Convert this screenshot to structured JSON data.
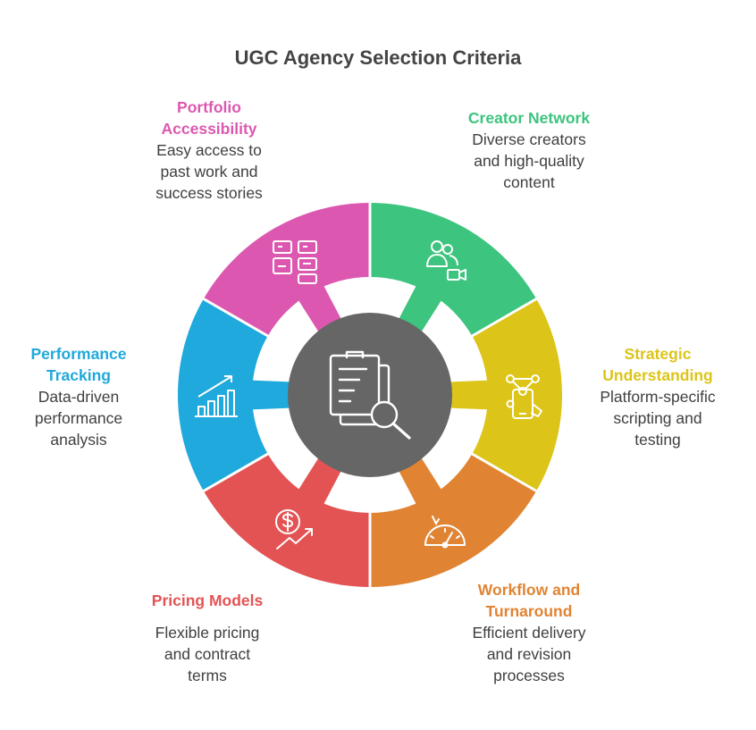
{
  "title": "UGC Agency Selection Criteria",
  "center": {
    "icon": "clipboard-search-icon",
    "color": "#666666"
  },
  "segments": [
    {
      "id": "creator-network",
      "heading": [
        "Creator Network"
      ],
      "description": [
        "Diverse creators",
        "and high-quality",
        "content"
      ],
      "color": "#3dc47e",
      "icon": "users-video-icon"
    },
    {
      "id": "strategic-understanding",
      "heading": [
        "Strategic",
        "Understanding"
      ],
      "description": [
        "Platform-specific",
        "scripting and",
        "testing"
      ],
      "color": "#ddc418",
      "icon": "phone-network-icon"
    },
    {
      "id": "workflow-turnaround",
      "heading": [
        "Workflow and",
        "Turnaround"
      ],
      "description": [
        "Efficient delivery",
        "and revision",
        "processes"
      ],
      "color": "#e08434",
      "icon": "speedometer-icon"
    },
    {
      "id": "pricing-models",
      "heading": [
        "Pricing Models"
      ],
      "description": [
        "Flexible pricing",
        "and contract",
        "terms"
      ],
      "color": "#e45354",
      "icon": "dollar-growth-icon"
    },
    {
      "id": "performance-tracking",
      "heading": [
        "Performance",
        "Tracking"
      ],
      "description": [
        "Data-driven",
        "performance",
        "analysis"
      ],
      "color": "#1fa9dc",
      "icon": "bar-chart-growth-icon"
    },
    {
      "id": "portfolio-accessibility",
      "heading": [
        "Portfolio",
        "Accessibility"
      ],
      "description": [
        "Easy access to",
        "past work and",
        "success stories"
      ],
      "color": "#dc58b0",
      "icon": "dashboard-grid-icon"
    }
  ]
}
